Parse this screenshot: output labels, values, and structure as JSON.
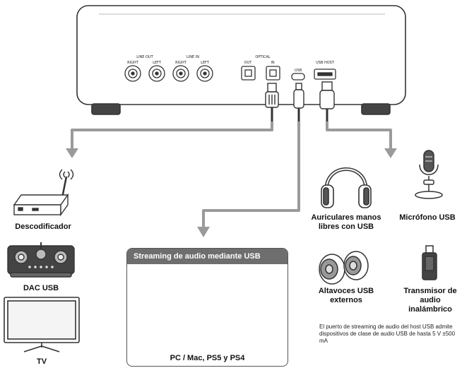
{
  "panel": {
    "line_out": "LINE OUT",
    "line_in": "LINE IN",
    "optical": "OPTICAL",
    "out": "OUT",
    "in": "IN",
    "right": "RIGHT",
    "left": "LEFT",
    "usb": "USB",
    "usb_host": "USB HOST"
  },
  "devices": {
    "decoder": "Descodificador",
    "dac": "DAC USB",
    "tv": "TV",
    "headphones": "Auriculares manos libres con USB",
    "microphone": "Micrófono USB",
    "speakers": "Altavoces USB externos",
    "transmitter": "Transmisor de audio inalámbrico"
  },
  "streaming": {
    "title": "Streaming de audio mediante USB",
    "devices_label": "PC / Mac, PS5 y PS4"
  },
  "footnote": "El puerto de streaming de audio del host USB admite dispositivos de clase de audio USB de hasta 5 V ±500 mA",
  "colors": {
    "arrow": "#9a9a9a",
    "header": "#6e6e6e",
    "outline": "#333333"
  }
}
